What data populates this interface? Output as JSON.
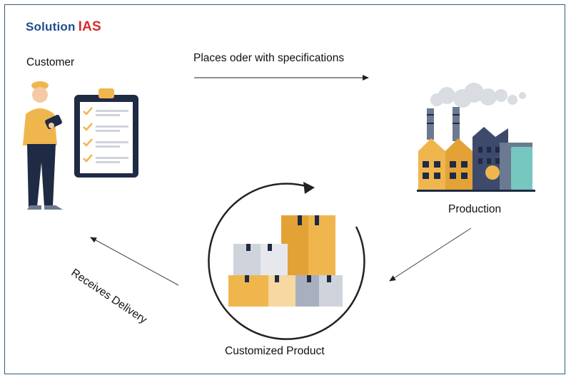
{
  "brand": {
    "part1": "Solution",
    "part2": "IAS"
  },
  "nodes": {
    "customer": "Customer",
    "production": "Production",
    "product": "Customized Product"
  },
  "edges": {
    "order": "Places oder with specifications",
    "delivery": "Receives Delivery"
  },
  "colors": {
    "brand_blue": "#1e4e8c",
    "brand_red": "#d42a2a",
    "border": "#2f5f7a",
    "box_orange": "#f0b64e",
    "box_grey": "#cfd3dc"
  }
}
